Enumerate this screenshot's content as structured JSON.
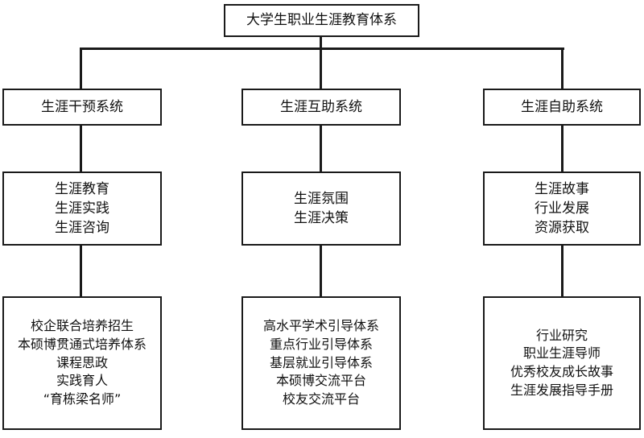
{
  "diagram": {
    "title": "大学生职业生涯教育体系",
    "colors": {
      "line": "#1a1a1a",
      "background": "#ffffff",
      "text": "#111111"
    },
    "columns": [
      {
        "system": "生涯干预系统",
        "domains": [
          "生涯教育",
          "生涯实践",
          "生涯咨询"
        ],
        "measures": [
          "校企联合培养招生",
          "本硕博贯通式培养体系",
          "课程思政",
          "实践育人",
          "“育栋梁名师”"
        ]
      },
      {
        "system": "生涯互助系统",
        "domains": [
          "生涯氛围",
          "生涯决策"
        ],
        "measures": [
          "高水平学术引导体系",
          "重点行业引导体系",
          "基层就业引导体系",
          "本硕博交流平台",
          "校友交流平台"
        ]
      },
      {
        "system": "生涯自助系统",
        "domains": [
          "生涯故事",
          "行业发展",
          "资源获取"
        ],
        "measures": [
          "行业研究",
          "职业生涯导师",
          "优秀校友成长故事",
          "生涯发展指导手册"
        ]
      }
    ]
  }
}
